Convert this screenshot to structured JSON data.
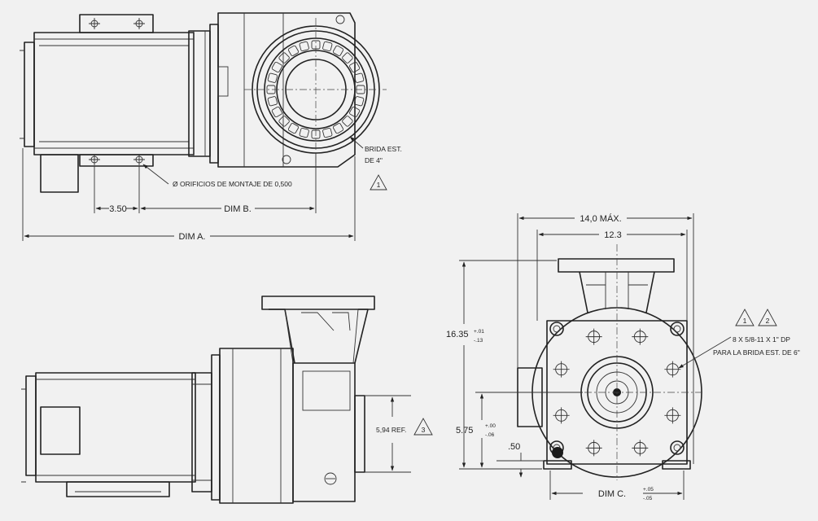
{
  "top_view": {
    "flange_label_line1": "BRIDA EST.",
    "flange_label_line2": "DE 4\"",
    "flange_note_marker": "1",
    "mounting_holes_label": "Ø ORIFICIOS DE MONTAJE DE 0,500",
    "dim_3_50": "3.50",
    "dim_b": "DIM B.",
    "dim_a": "DIM A."
  },
  "side_view": {
    "dim_ref": "5,94 REF.",
    "note_marker": "3"
  },
  "end_view": {
    "dim_overall_width": "14,0 MÁX.",
    "dim_width": "12.3",
    "dim_height": "16.35",
    "dim_height_tol_upper": "+.01",
    "dim_height_tol_lower": "-.13",
    "dim_shaft": "5.75",
    "dim_shaft_tol_upper": "+.00",
    "dim_shaft_tol_lower": "-.06",
    "dim_foot": ".50",
    "dim_c": "DIM C.",
    "dim_c_tol_upper": "+.05",
    "dim_c_tol_lower": "-.05",
    "bolt_note_line1": "8 X 5/8-11 X 1\" DP",
    "bolt_note_line2": "PARA LA BRIDA EST. DE 6\"",
    "note_marker_1": "1",
    "note_marker_2": "2"
  }
}
